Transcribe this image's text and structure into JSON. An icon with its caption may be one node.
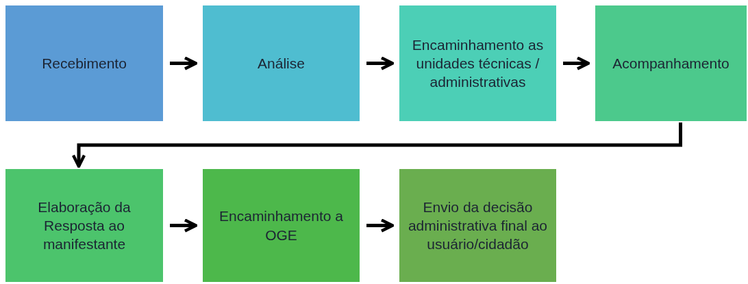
{
  "diagram": {
    "nodes": [
      {
        "text": [
          "Recebimento"
        ]
      },
      {
        "text": [
          "Análise"
        ]
      },
      {
        "text": [
          "Encaminhamento as unidades técnicas / administrativas"
        ]
      },
      {
        "text": [
          "Acompanhamento"
        ]
      },
      {
        "text": [
          "Elaboração da Resposta ao manifestante"
        ]
      },
      {
        "text": [
          "Encaminhamento a OGE"
        ]
      },
      {
        "text": [
          "Envio da decisão administrativa final ao usuário/cidadão"
        ]
      }
    ],
    "edges": [
      {
        "from": 0,
        "to": 1,
        "arrow": "to"
      },
      {
        "from": 1,
        "to": 2,
        "arrow": "to"
      },
      {
        "from": 2,
        "to": 3,
        "arrow": "to"
      },
      {
        "from": 3,
        "to": 4,
        "arrow": "to"
      },
      {
        "from": 4,
        "to": 5,
        "arrow": "to"
      },
      {
        "from": 5,
        "to": 6,
        "arrow": "to"
      }
    ]
  }
}
